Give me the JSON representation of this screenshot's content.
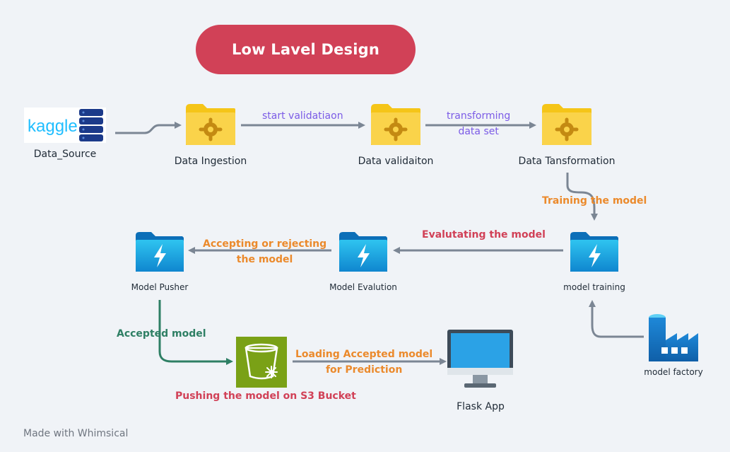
{
  "title": "Low Lavel Design",
  "nodes": {
    "data_source": "Data_Source",
    "kaggle_logo": "kaggle",
    "data_ingestion": "Data Ingestion",
    "data_validation": "Data validaiton",
    "data_transformation": "Data Tansformation",
    "model_training": "model training",
    "model_evaluation": "Model Evalution",
    "model_pusher": "Model Pusher",
    "model_factory": "model factory",
    "flask_app": "Flask App"
  },
  "edges": {
    "start_validation": "start validatiaon",
    "transforming_1": "transforming",
    "transforming_2": "data set",
    "training": "Training the model",
    "evaluating": "Evalutating the model",
    "accepting_1": "Accepting or rejecting",
    "accepting_2": "the model",
    "accepted": "Accepted model",
    "loading_1": "Loading Accepted model",
    "loading_2": "for Prediction",
    "pushing": "Pushing the model on S3 Bucket"
  },
  "watermark": "Made with Whimsical",
  "colors": {
    "background": "#f0f3f7",
    "title_pill": "#d14157",
    "arrow_gray": "#7b8694",
    "arrow_green": "#2e7f64",
    "purple_label": "#7b5be6",
    "orange_label": "#eb8a2c",
    "red_label": "#d14157",
    "folder_yellow": "#f5c518",
    "folder_blue": "#1ea5e0",
    "s3_green": "#7aa116"
  }
}
